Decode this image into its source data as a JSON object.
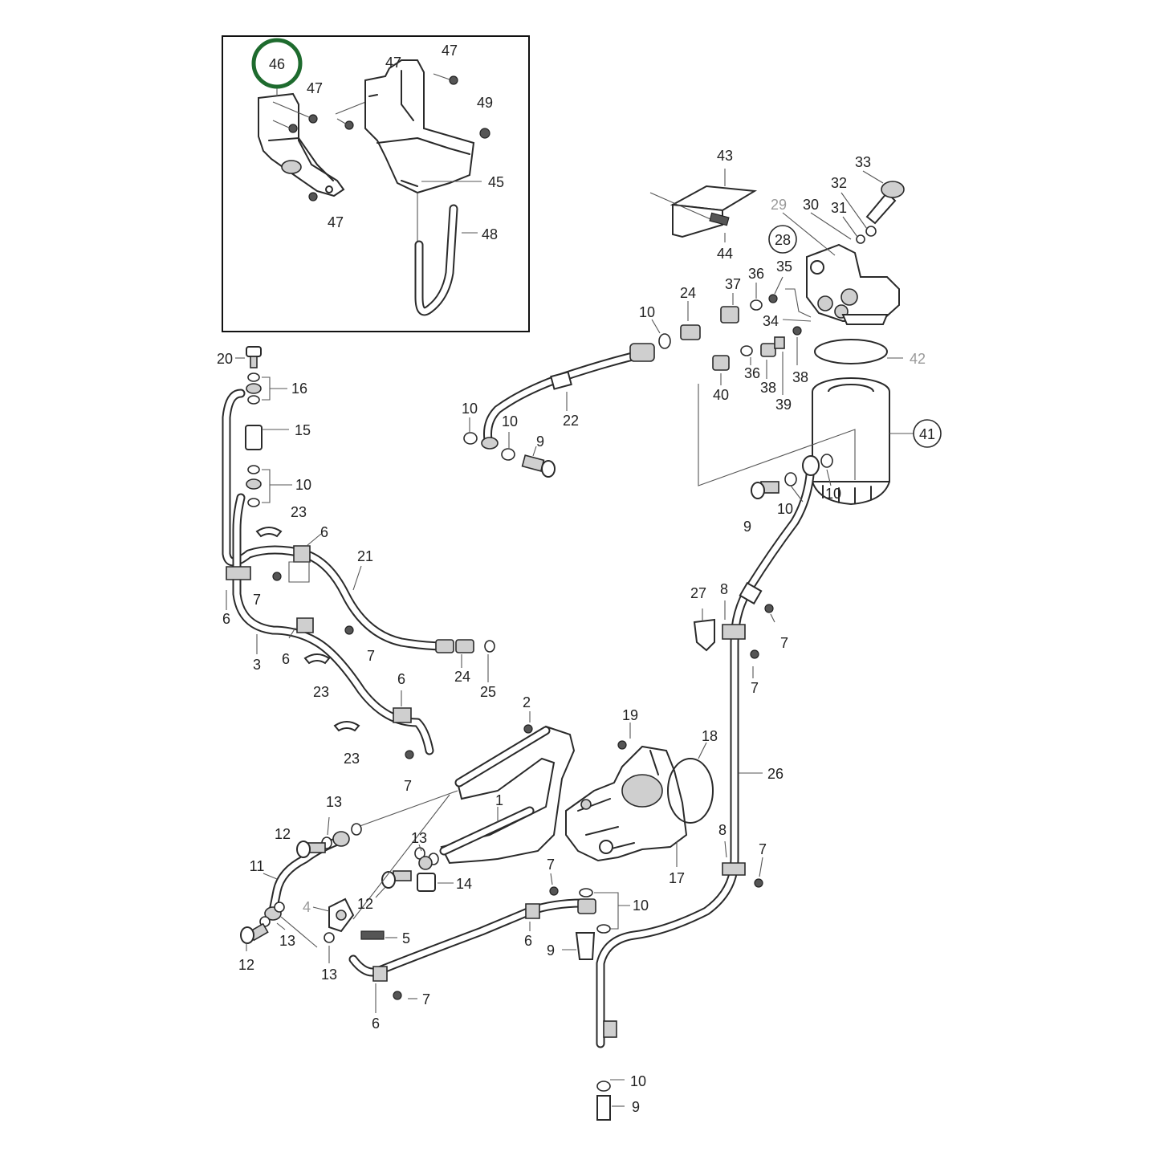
{
  "diagram": {
    "highlight_color": "#1e6b2e",
    "highlighted_callout": "46",
    "callouts": [
      {
        "id": "c46",
        "text": "46",
        "circled": true,
        "highlight": true
      },
      {
        "id": "c47a",
        "text": "47"
      },
      {
        "id": "c47b",
        "text": "47"
      },
      {
        "id": "c47c",
        "text": "47"
      },
      {
        "id": "c47d",
        "text": "47"
      },
      {
        "id": "c49",
        "text": "49"
      },
      {
        "id": "c45",
        "text": "45"
      },
      {
        "id": "c48",
        "text": "48"
      },
      {
        "id": "c43",
        "text": "43"
      },
      {
        "id": "c44",
        "text": "44"
      },
      {
        "id": "c33",
        "text": "33"
      },
      {
        "id": "c32",
        "text": "32"
      },
      {
        "id": "c29",
        "text": "29",
        "grey": true
      },
      {
        "id": "c30",
        "text": "30"
      },
      {
        "id": "c31",
        "text": "31"
      },
      {
        "id": "c28",
        "text": "28",
        "circled": true
      },
      {
        "id": "c35",
        "text": "35"
      },
      {
        "id": "c37",
        "text": "37"
      },
      {
        "id": "c36a",
        "text": "36"
      },
      {
        "id": "c24a",
        "text": "24"
      },
      {
        "id": "c10a",
        "text": "10"
      },
      {
        "id": "c34",
        "text": "34"
      },
      {
        "id": "c42",
        "text": "42",
        "grey": true
      },
      {
        "id": "c36b",
        "text": "36"
      },
      {
        "id": "c38a",
        "text": "38"
      },
      {
        "id": "c38b",
        "text": "38"
      },
      {
        "id": "c40",
        "text": "40"
      },
      {
        "id": "c39",
        "text": "39"
      },
      {
        "id": "c41",
        "text": "41",
        "circled": true
      },
      {
        "id": "c10b",
        "text": "10"
      },
      {
        "id": "c10c",
        "text": "10"
      },
      {
        "id": "c9a",
        "text": "9"
      },
      {
        "id": "c22",
        "text": "22"
      },
      {
        "id": "c9b",
        "text": "9"
      },
      {
        "id": "c10d",
        "text": "10"
      },
      {
        "id": "c10e",
        "text": "10"
      },
      {
        "id": "c20",
        "text": "20"
      },
      {
        "id": "c16",
        "text": "16"
      },
      {
        "id": "c15",
        "text": "15"
      },
      {
        "id": "c10f",
        "text": "10"
      },
      {
        "id": "c23a",
        "text": "23"
      },
      {
        "id": "c6a",
        "text": "6"
      },
      {
        "id": "c21",
        "text": "21"
      },
      {
        "id": "c7a",
        "text": "7"
      },
      {
        "id": "c6b",
        "text": "6"
      },
      {
        "id": "c3",
        "text": "3"
      },
      {
        "id": "c6c",
        "text": "6"
      },
      {
        "id": "c7b",
        "text": "7"
      },
      {
        "id": "c24b",
        "text": "24"
      },
      {
        "id": "c25",
        "text": "25"
      },
      {
        "id": "c23b",
        "text": "23"
      },
      {
        "id": "c6d",
        "text": "6"
      },
      {
        "id": "c23c",
        "text": "23"
      },
      {
        "id": "c7c",
        "text": "7"
      },
      {
        "id": "c27",
        "text": "27"
      },
      {
        "id": "c8a",
        "text": "8"
      },
      {
        "id": "c7d",
        "text": "7"
      },
      {
        "id": "c7e",
        "text": "7"
      },
      {
        "id": "c26",
        "text": "26"
      },
      {
        "id": "c2",
        "text": "2"
      },
      {
        "id": "c19",
        "text": "19"
      },
      {
        "id": "c18",
        "text": "18"
      },
      {
        "id": "c1",
        "text": "1"
      },
      {
        "id": "c17",
        "text": "17"
      },
      {
        "id": "c8b",
        "text": "8"
      },
      {
        "id": "c7f",
        "text": "7"
      },
      {
        "id": "c13a",
        "text": "13"
      },
      {
        "id": "c12a",
        "text": "12"
      },
      {
        "id": "c11",
        "text": "11"
      },
      {
        "id": "c13b",
        "text": "13"
      },
      {
        "id": "c14",
        "text": "14"
      },
      {
        "id": "c12b",
        "text": "12"
      },
      {
        "id": "c7g",
        "text": "7"
      },
      {
        "id": "c10g",
        "text": "10"
      },
      {
        "id": "c4",
        "text": "4",
        "grey": true
      },
      {
        "id": "c5",
        "text": "5"
      },
      {
        "id": "c13c",
        "text": "13"
      },
      {
        "id": "c12c",
        "text": "12"
      },
      {
        "id": "c13d",
        "text": "13"
      },
      {
        "id": "c6e",
        "text": "6"
      },
      {
        "id": "c9c",
        "text": "9"
      },
      {
        "id": "c7h",
        "text": "7"
      },
      {
        "id": "c6f",
        "text": "6"
      },
      {
        "id": "c10h",
        "text": "10"
      },
      {
        "id": "c9d",
        "text": "9"
      }
    ]
  }
}
